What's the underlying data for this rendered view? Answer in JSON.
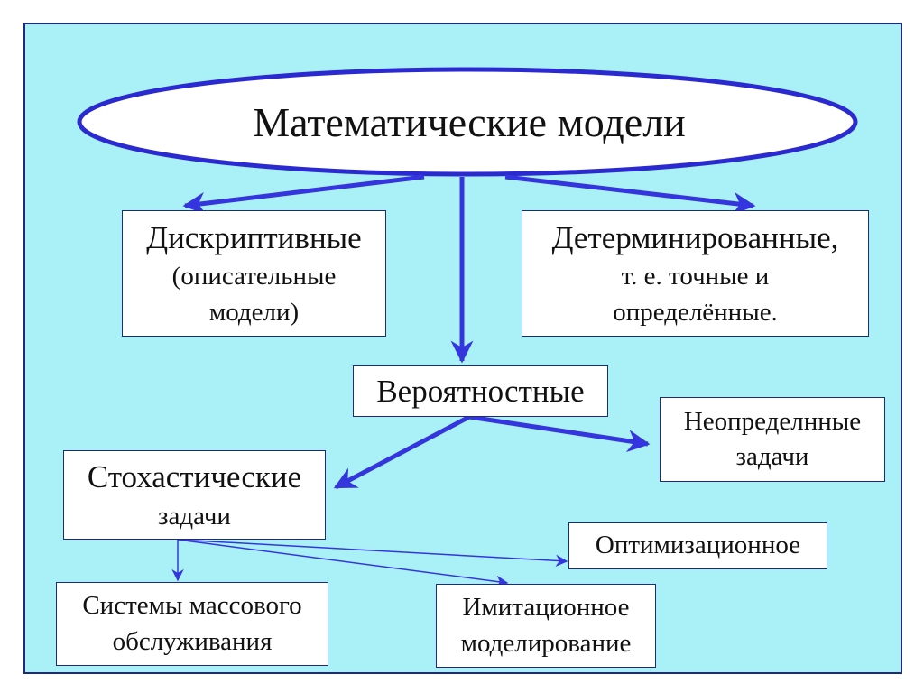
{
  "root": {
    "label": "Математические модели"
  },
  "descriptive": {
    "line1": "Дискриптивные",
    "line2": "(описательные",
    "line3": "модели)"
  },
  "deterministic": {
    "line1": "Детерминированные,",
    "line2": "т. е. точные и",
    "line3": "определённые."
  },
  "probabilistic": {
    "label": "Вероятностные"
  },
  "stochastic": {
    "line1": "Стохастические",
    "line2": "задачи"
  },
  "undefined_tasks": {
    "line1": "Неопределнные",
    "line2": "задачи"
  },
  "optimization": {
    "label": "Оптимизационное"
  },
  "queueing": {
    "line1": "Системы массового",
    "line2": "обслуживания"
  },
  "simulation": {
    "line1": "Имитационное",
    "line2": "моделирование"
  },
  "colors": {
    "background": "#a9f1f7",
    "arrow": "#3535dd",
    "ellipse_border": "#2a2ad0"
  }
}
